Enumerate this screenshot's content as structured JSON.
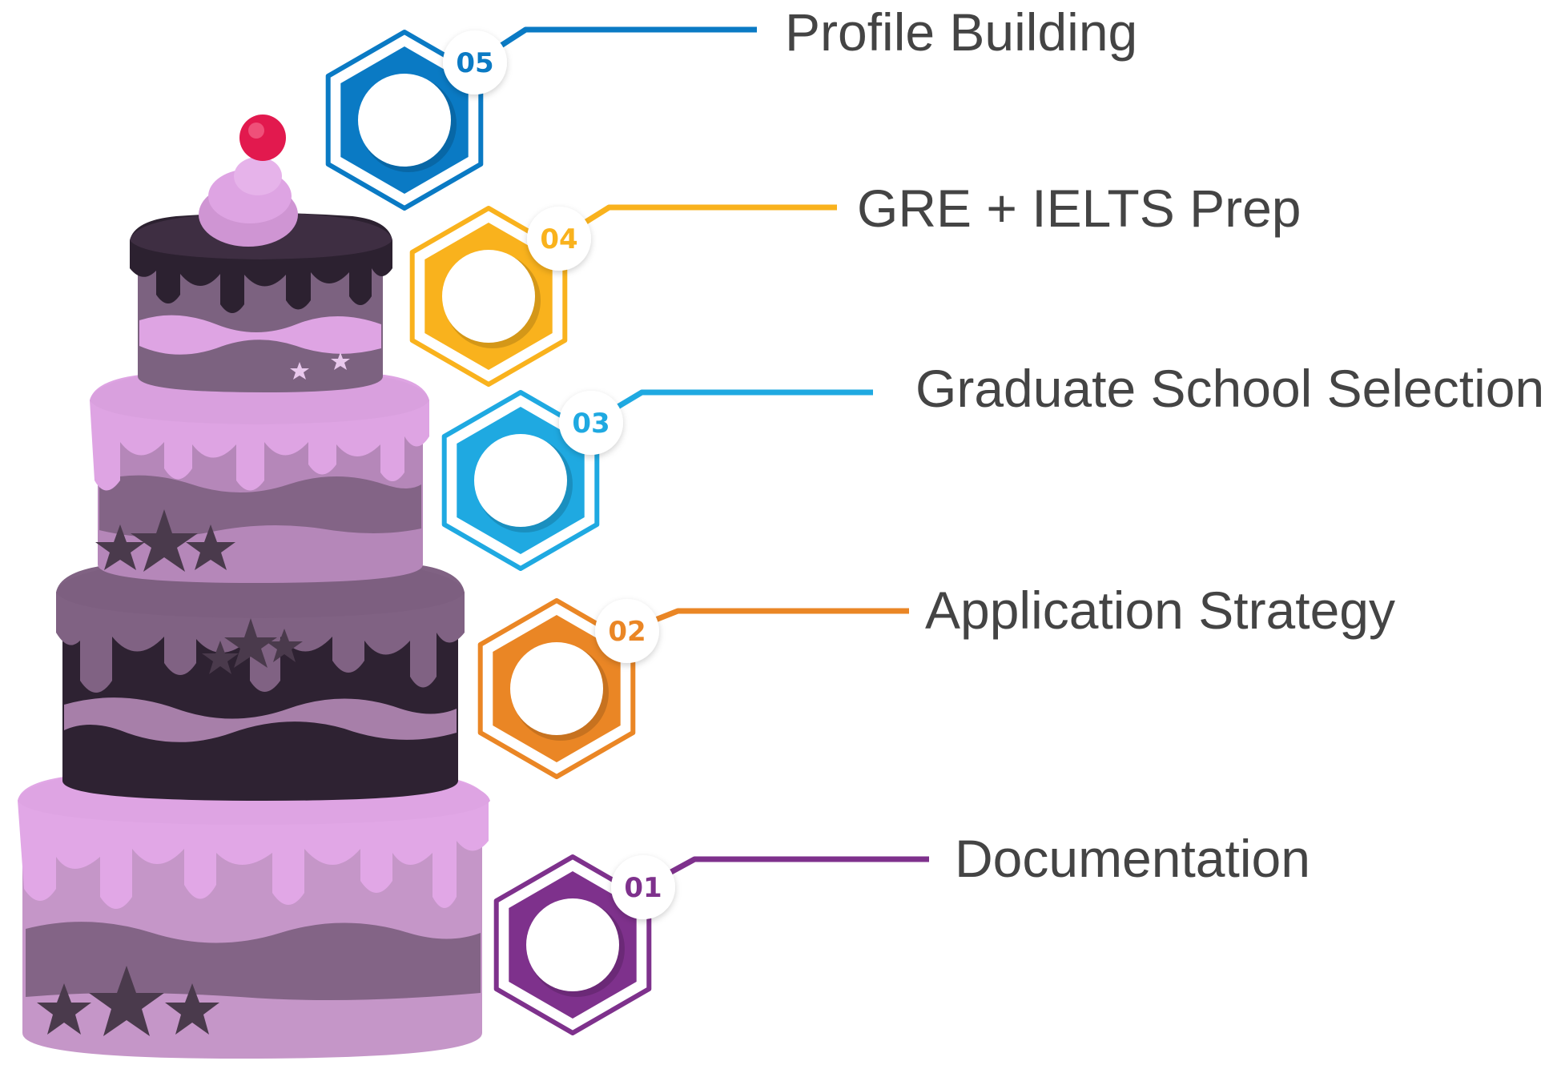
{
  "steps": [
    {
      "number": "05",
      "label": "Profile Building",
      "color": "#0a7ac4"
    },
    {
      "number": "04",
      "label": "GRE + IELTS Prep",
      "color": "#f9b21d"
    },
    {
      "number": "03",
      "label": "Graduate School Selection",
      "color": "#1fa9e1"
    },
    {
      "number": "02",
      "label": "Application Strategy",
      "color": "#ea8625"
    },
    {
      "number": "01",
      "label": "Documentation",
      "color": "#7e318c"
    }
  ],
  "cake": {
    "light_color": "#e1a7e6",
    "mid_color": "#a77fa9",
    "dark_color": "#3b2b3e",
    "band_color": "#836486",
    "cherry_color": "#e2194e",
    "cream_color": "#d49ad8"
  }
}
